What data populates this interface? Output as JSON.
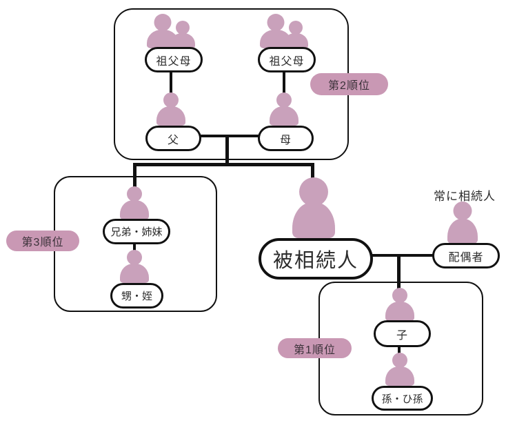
{
  "diagram": {
    "type": "family-inheritance-order-chart",
    "decedent": {
      "label": "被相続人"
    },
    "spouse": {
      "label": "配偶者",
      "note": "常に相続人"
    },
    "rank1": {
      "badge": "第1順位",
      "child": "子",
      "grandchild": "孫・ひ孫"
    },
    "rank2": {
      "badge": "第2順位",
      "grandparents_left": "祖父母",
      "grandparents_right": "祖父母",
      "father": "父",
      "mother": "母"
    },
    "rank3": {
      "badge": "第3順位",
      "siblings": "兄弟・姉妹",
      "nephews_nieces": "甥・姪"
    },
    "colors": {
      "person_icon": "#c9a1bb",
      "badge_bg": "#c998b4",
      "line": "#111111",
      "pill_bg": "#ffffff"
    }
  }
}
